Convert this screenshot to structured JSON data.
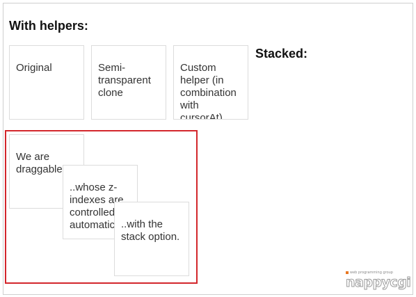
{
  "headings": {
    "helpers": "With helpers:",
    "stacked": "Stacked:"
  },
  "helper_boxes": [
    {
      "label": "Original"
    },
    {
      "label": "Semi-transparent clone"
    },
    {
      "label": "Custom helper (in combination with cursorAt)"
    }
  ],
  "stack_boxes": [
    {
      "label": "We are draggable.."
    },
    {
      "label": "..whose z-indexes are controlled automatically.."
    },
    {
      "label": "..with the stack option."
    }
  ],
  "logo": {
    "tagline": "web programming group",
    "name": "nappycgi"
  },
  "colors": {
    "stack_border": "#d3262b",
    "logo_accent": "#e87722"
  }
}
